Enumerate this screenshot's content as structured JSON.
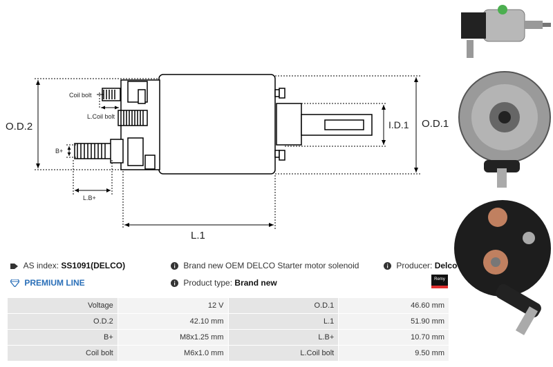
{
  "diagram": {
    "labels": {
      "od2": "O.D.2",
      "od1": "O.D.1",
      "id1": "I.D.1",
      "l1": "L.1",
      "coil_bolt": "Coil bolt",
      "l_coil_bolt": "L.Coil bolt",
      "b_plus": "B+",
      "l_b_plus": "L.B+"
    }
  },
  "info": {
    "as_index_label": "AS index:",
    "as_index_value": "SS1091(DELCO)",
    "description": "Brand new OEM DELCO Starter motor solenoid",
    "producer_label": "Producer:",
    "producer_value": "Delco",
    "premium_line": "PREMIUM LINE",
    "product_type_label": "Product type:",
    "product_type_value": "Brand new",
    "brand_logo_text": "Remy"
  },
  "specs": [
    [
      "Voltage",
      "12 V",
      "O.D.1",
      "46.60 mm"
    ],
    [
      "O.D.2",
      "42.10 mm",
      "L.1",
      "51.90 mm"
    ],
    [
      "B+",
      "M8x1.25 mm",
      "L.B+",
      "10.70 mm"
    ],
    [
      "Coil bolt",
      "M6x1.0 mm",
      "L.Coil bolt",
      "9.50 mm"
    ]
  ],
  "colors": {
    "premium": "#2a6fb8",
    "remy_red": "#e03030",
    "header_cell": "#e5e5e5",
    "value_cell": "#f3f3f3"
  }
}
